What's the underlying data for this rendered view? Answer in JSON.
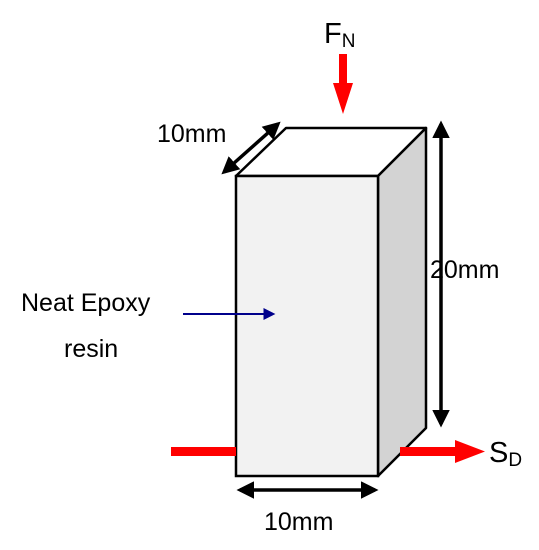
{
  "labels": {
    "normal_force": {
      "main": "F",
      "sub": "N"
    },
    "shear_direction": {
      "main": "S",
      "sub": "D"
    },
    "depth": "10mm",
    "height": "20mm",
    "width": "10mm",
    "material_line1": "Neat Epoxy",
    "material_line2": "resin"
  },
  "colors": {
    "force_arrow": "#ff0000",
    "pointer_arrow": "#00008b",
    "front_face": "#f2f2f2",
    "top_face": "#ffffff",
    "side_face": "#d3d3d3",
    "outline": "#000000"
  }
}
